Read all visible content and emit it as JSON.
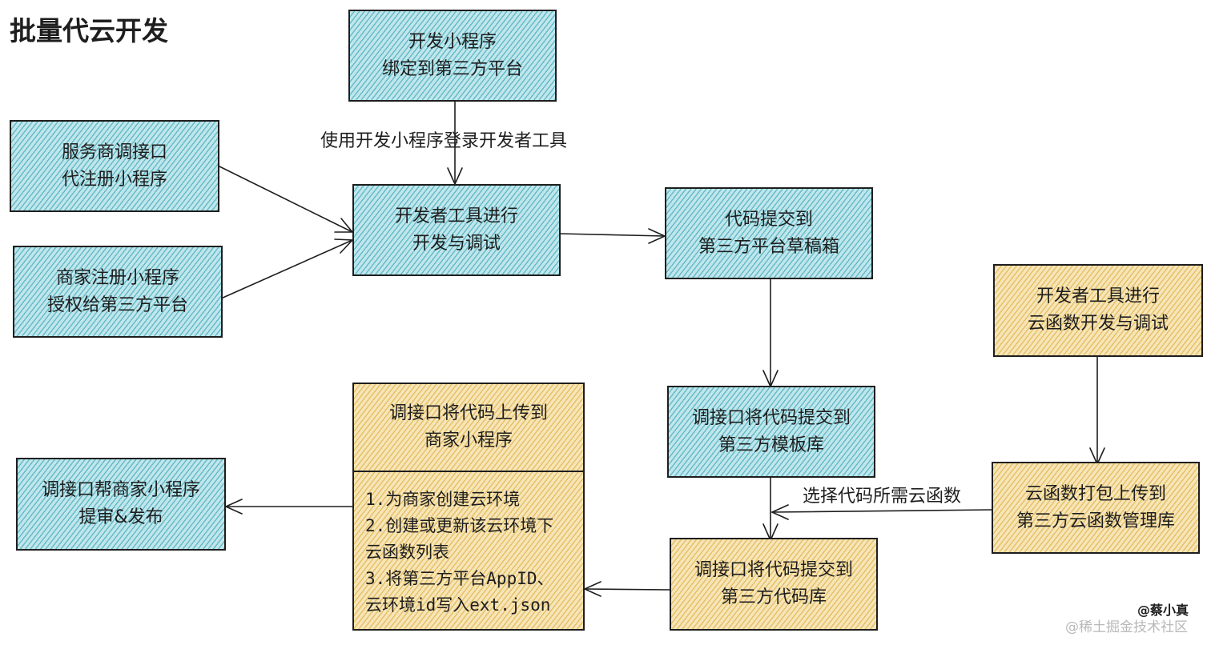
{
  "title": "批量代云开发",
  "nodes": {
    "bind": [
      "开发小程序",
      "绑定到第三方平台"
    ],
    "provider_register": [
      "服务商调接口",
      "代注册小程序"
    ],
    "merchant_authorize": [
      "商家注册小程序",
      "授权给第三方平台"
    ],
    "devtools": [
      "开发者工具进行",
      "开发与调试"
    ],
    "draft": [
      "代码提交到",
      "第三方平台草稿箱"
    ],
    "cloud_dev": [
      "开发者工具进行",
      "云函数开发与调试"
    ],
    "template": [
      "调接口将代码提交到",
      "第三方模板库"
    ],
    "upload_merchant": [
      "调接口将代码上传到",
      "商家小程序"
    ],
    "steps": [
      "1.为商家创建云环境",
      "2.创建或更新该云环境下",
      "云函数列表",
      "3.将第三方平台AppID、",
      "云环境id写入ext.json"
    ],
    "audit": [
      "调接口帮商家小程序",
      "提审&发布"
    ],
    "code_lib": [
      "调接口将代码提交到",
      "第三方代码库"
    ],
    "cloud_pack": [
      "云函数打包上传到",
      "第三方云函数管理库"
    ]
  },
  "edge_labels": {
    "login": "使用开发小程序登录开发者工具",
    "select": "选择代码所需云函数"
  },
  "author": "@蔡小真",
  "watermark": "@稀土掘金技术社区",
  "colors": {
    "teal_fill": "#c0e6eb",
    "teal_hatch": "#1796ab",
    "yellow_fill": "#f6e5b8",
    "yellow_hatch": "#d9a01e",
    "stroke": "#1e1e1e"
  }
}
